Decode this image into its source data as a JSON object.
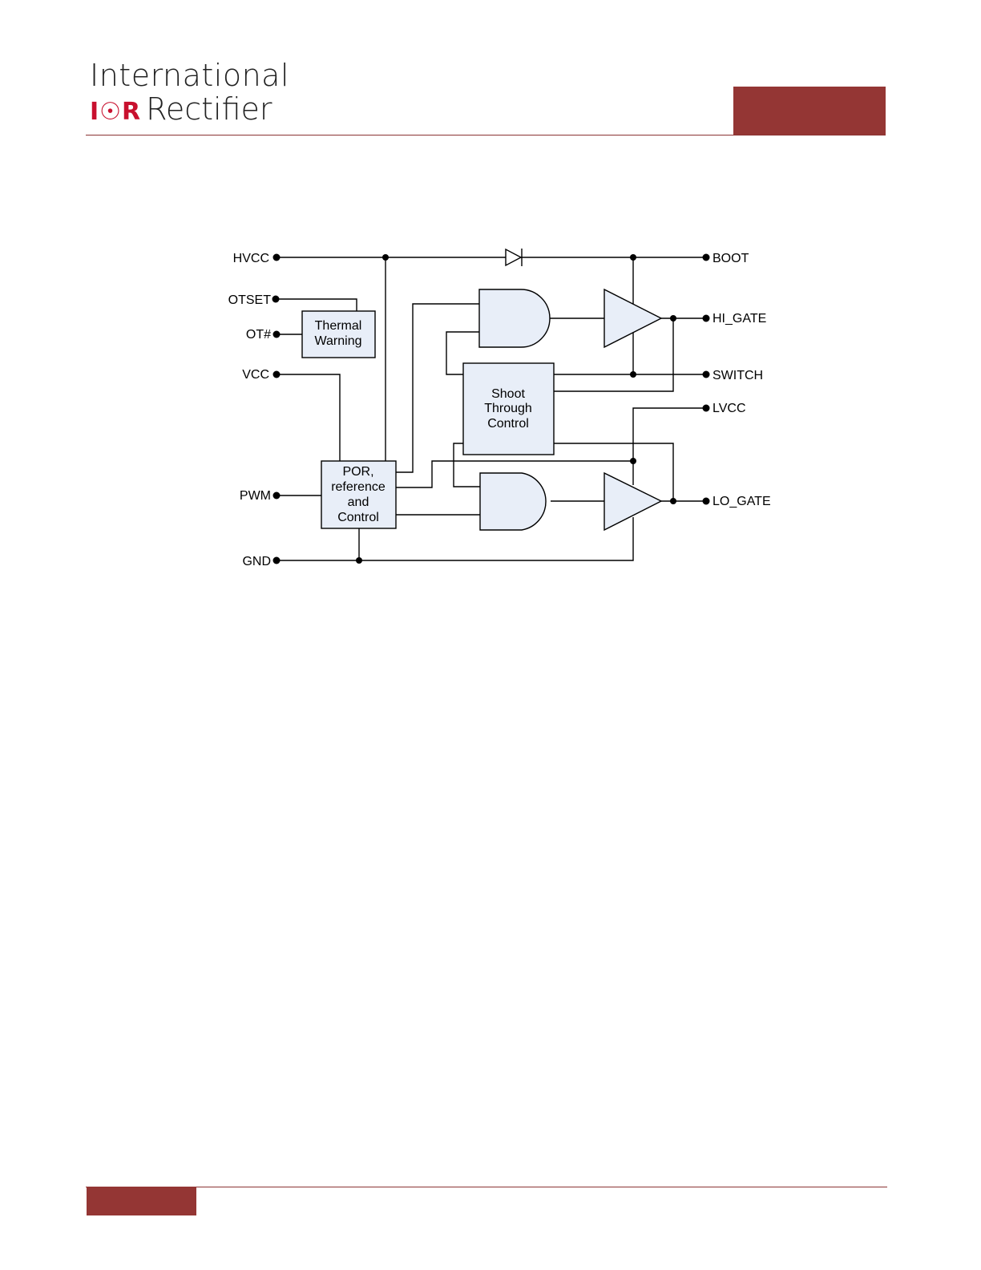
{
  "brand": {
    "line1": "International",
    "logo_mark": "I☉R",
    "line2": "Rectifier",
    "accent_color": "#943634",
    "logo_red": "#c8102e"
  },
  "diagram": {
    "box_fill": "#e8eef8",
    "pins": {
      "hvcc": "HVCC",
      "otset": "OTSET",
      "ot": "OT#",
      "vcc": "VCC",
      "pwm": "PWM",
      "gnd": "GND",
      "boot": "BOOT",
      "hi_gate": "HI_GATE",
      "switch": "SWITCH",
      "lvcc": "LVCC",
      "lo_gate": "LO_GATE"
    },
    "blocks": {
      "thermal": [
        "Thermal",
        "Warning"
      ],
      "shoot": [
        "Shoot",
        "Through",
        "Control"
      ],
      "por": [
        "POR,",
        "reference",
        "and",
        "Control"
      ]
    }
  }
}
